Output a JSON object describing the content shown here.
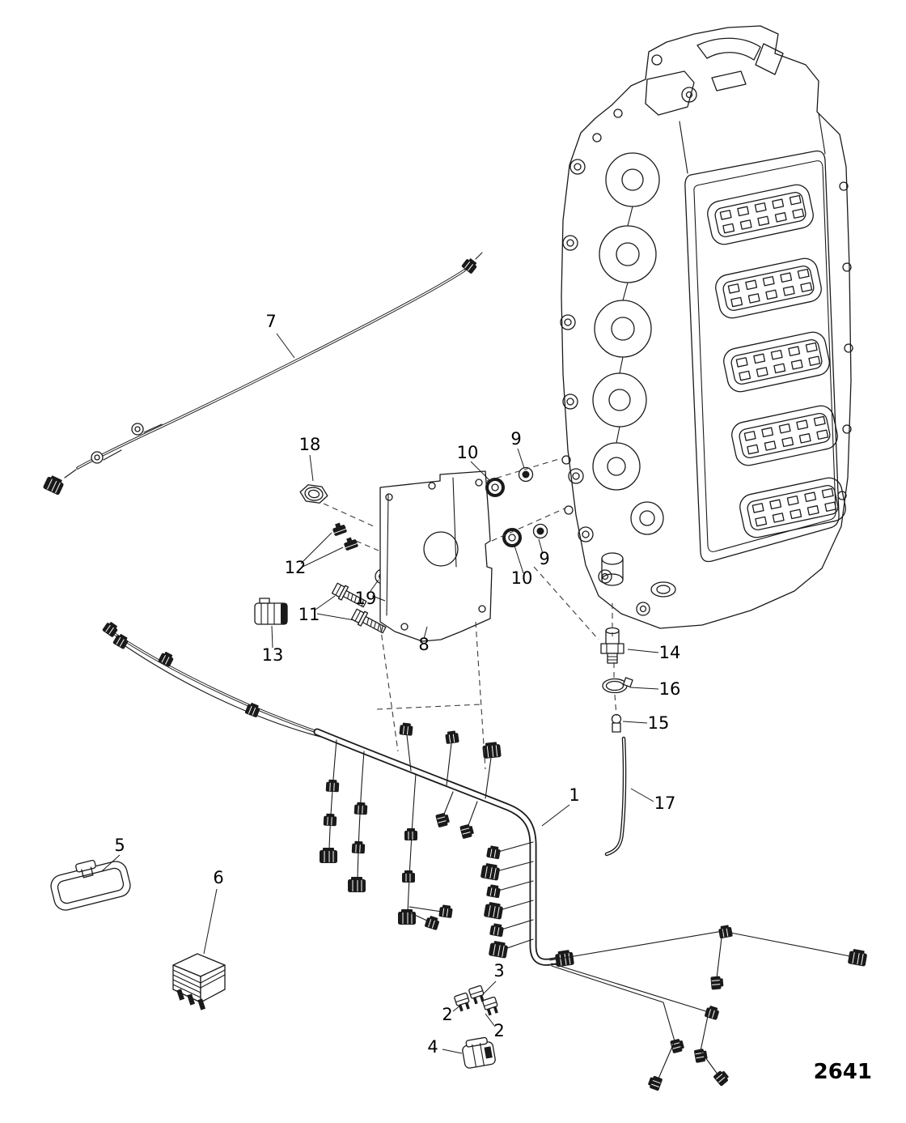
{
  "page": {
    "number": "2641",
    "background": "#ffffff",
    "line_color": "#1a1a1a"
  },
  "callouts": {
    "c1": "1",
    "c2a": "2",
    "c2b": "2",
    "c3": "3",
    "c4": "4",
    "c5": "5",
    "c6": "6",
    "c7": "7",
    "c8": "8",
    "c9a": "9",
    "c9b": "9",
    "c10a": "10",
    "c10b": "10",
    "c11": "11",
    "c12": "12",
    "c13": "13",
    "c14": "14",
    "c15": "15",
    "c16": "16",
    "c17": "17",
    "c18": "18",
    "c19": "19"
  }
}
